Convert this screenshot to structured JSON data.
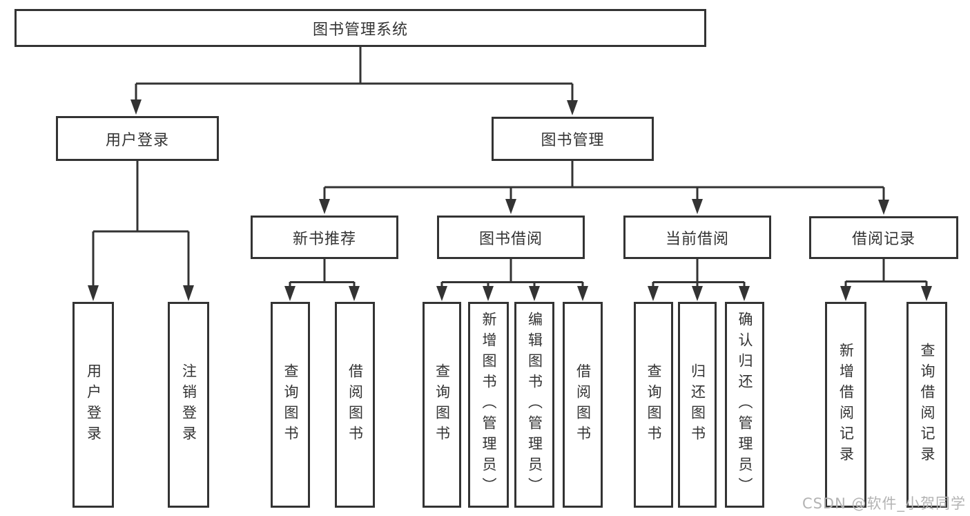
{
  "root": {
    "label": "图书管理系统"
  },
  "level2": [
    {
      "label": "用户登录"
    },
    {
      "label": "图书管理"
    }
  ],
  "level3": [
    {
      "label": "新书推荐"
    },
    {
      "label": "图书借阅"
    },
    {
      "label": "当前借阅"
    },
    {
      "label": "借阅记录"
    }
  ],
  "leaves": [
    {
      "parent": "用户登录",
      "label": "用户登录"
    },
    {
      "parent": "用户登录",
      "label": "注销登录"
    },
    {
      "parent": "新书推荐",
      "label": "查询图书"
    },
    {
      "parent": "新书推荐",
      "label": "借阅图书"
    },
    {
      "parent": "图书借阅",
      "label": "查询图书"
    },
    {
      "parent": "图书借阅",
      "label": "新增图书（管理员）"
    },
    {
      "parent": "图书借阅",
      "label": "编辑图书（管理员）"
    },
    {
      "parent": "图书借阅",
      "label": "借阅图书"
    },
    {
      "parent": "当前借阅",
      "label": "查询图书"
    },
    {
      "parent": "当前借阅",
      "label": "归还图书"
    },
    {
      "parent": "当前借阅",
      "label": "确认归还（管理员）"
    },
    {
      "parent": "借阅记录",
      "label": "新增借阅记录"
    },
    {
      "parent": "借阅记录",
      "label": "查询借阅记录"
    }
  ],
  "watermark": {
    "text": "CSDN @软件_小贺同学"
  },
  "colors": {
    "line": "#333333",
    "text": "#333333",
    "watermark": "#b3b3b3",
    "background": "#ffffff"
  }
}
